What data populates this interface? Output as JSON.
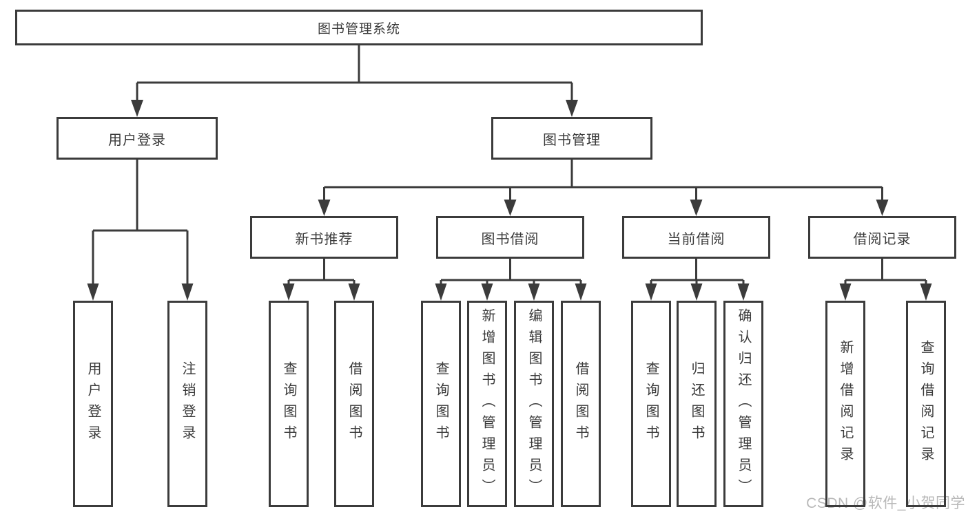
{
  "page": {
    "background": "#ffffff"
  },
  "style": {
    "line_color": "#3b3b3b",
    "text_color": "#3a3a3a",
    "watermark_color": "#b9b9b9"
  },
  "tree": {
    "label": "图书管理系统",
    "children": [
      {
        "label": "用户登录",
        "children": [
          {
            "label": "用户登录"
          },
          {
            "label": "注销登录"
          }
        ]
      },
      {
        "label": "图书管理",
        "children": [
          {
            "label": "新书推荐",
            "children": [
              {
                "label": "查询图书"
              },
              {
                "label": "借阅图书"
              }
            ]
          },
          {
            "label": "图书借阅",
            "children": [
              {
                "label": "查询图书"
              },
              {
                "label": "新增图书（管理员）"
              },
              {
                "label": "编辑图书（管理员）"
              },
              {
                "label": "借阅图书"
              }
            ]
          },
          {
            "label": "当前借阅",
            "children": [
              {
                "label": "查询图书"
              },
              {
                "label": "归还图书"
              },
              {
                "label": "确认归还（管理员）"
              }
            ]
          },
          {
            "label": "借阅记录",
            "children": [
              {
                "label": "新增借阅记录"
              },
              {
                "label": "查询借阅记录"
              }
            ]
          }
        ]
      }
    ]
  },
  "watermark": {
    "text": "CSDN @软件_小贺同学"
  }
}
